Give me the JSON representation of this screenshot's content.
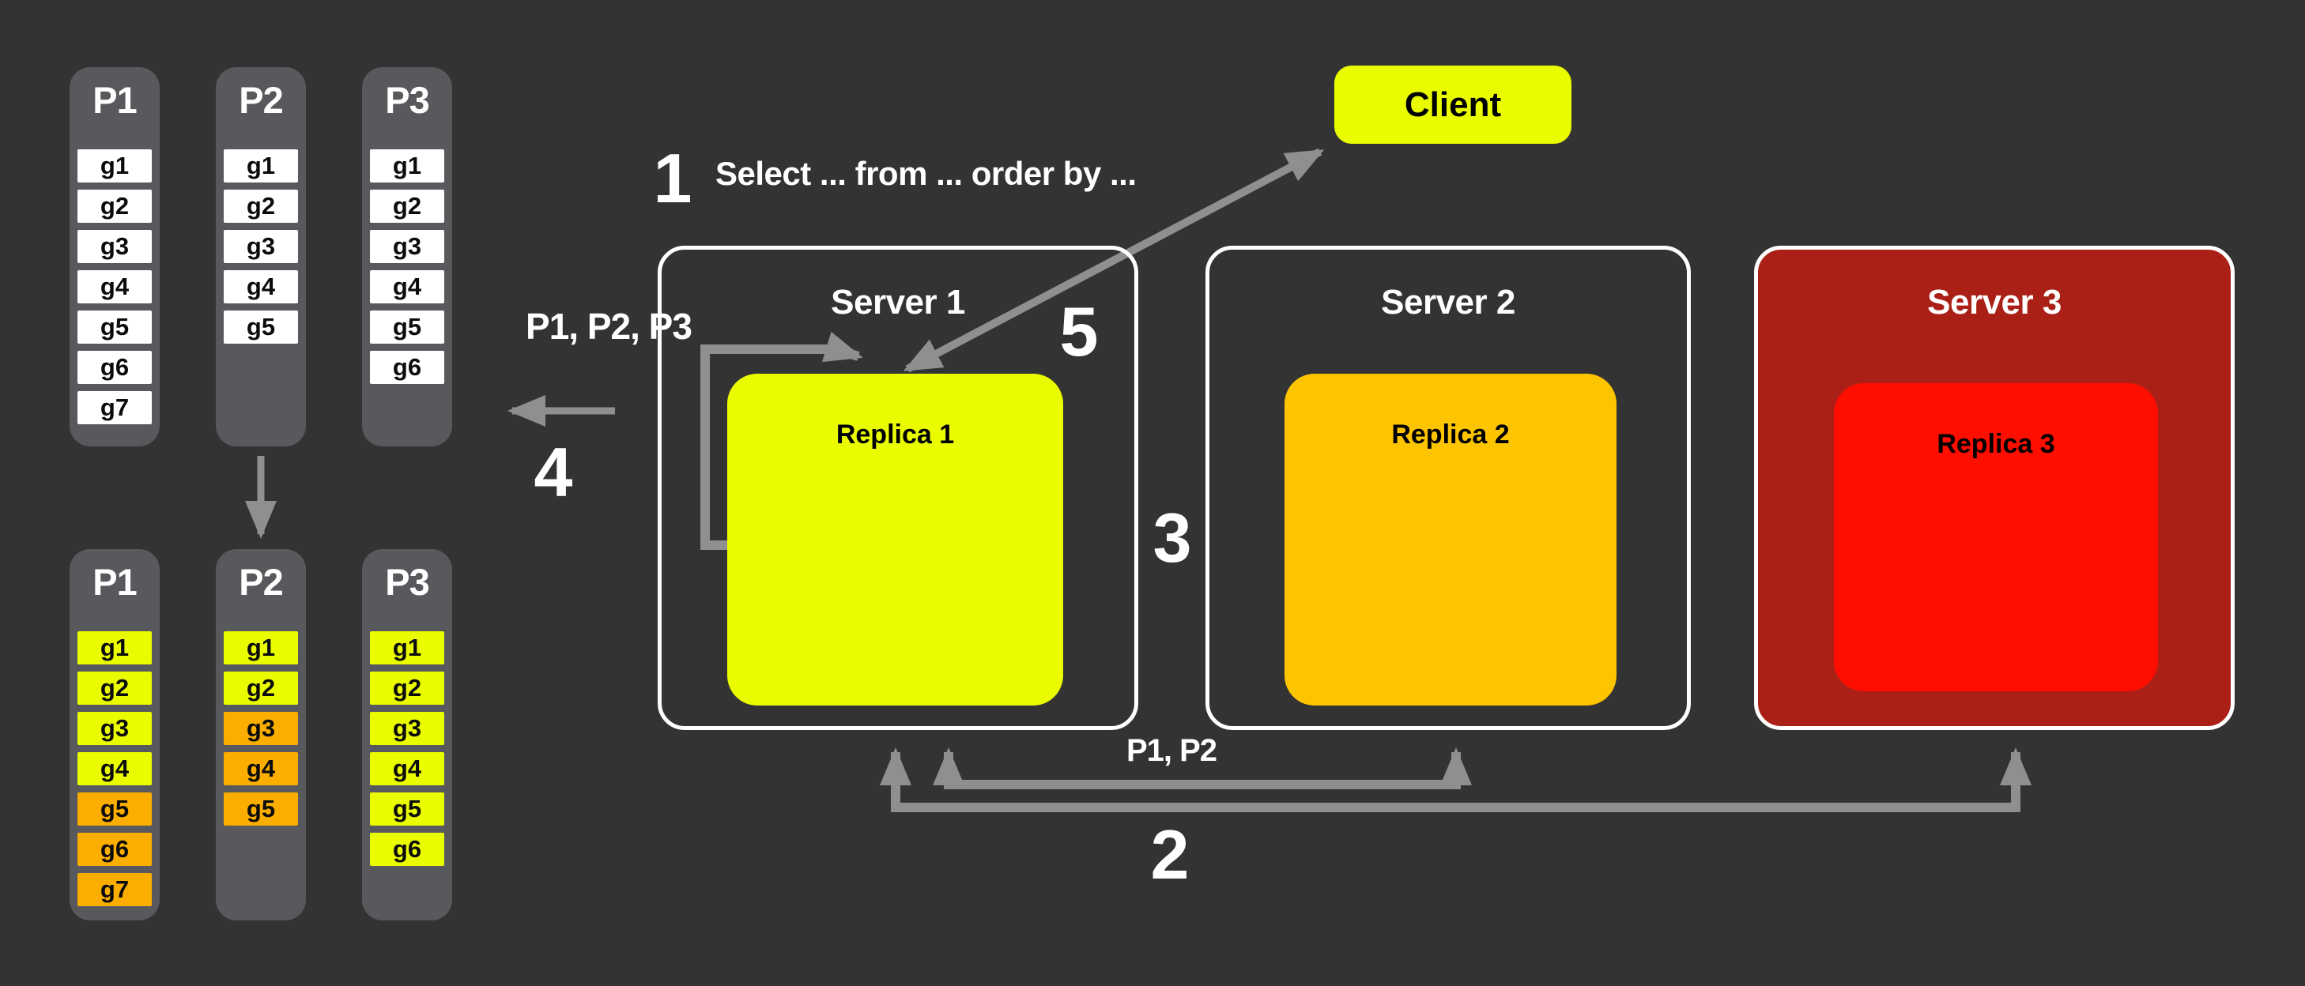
{
  "palette": {
    "page_bg": "#333333",
    "column_gray": "#58595c",
    "arrow_gray": "#8f8f8f",
    "yellow": "#eafc00",
    "orange": "#fbae00",
    "amber": "#fdc500",
    "red": "#fe0e01",
    "dark_red": "#aa2016",
    "cell_white": "#ffffff"
  },
  "client": {
    "label": "Client"
  },
  "steps": [
    {
      "n": "1",
      "query": "Select ... from ... order by ..."
    },
    {
      "n": "2"
    },
    {
      "n": "3"
    },
    {
      "n": "4"
    },
    {
      "n": "5"
    }
  ],
  "arrow_labels": {
    "scatter": "P1, P2, P3",
    "gather": "P1, P2"
  },
  "servers": [
    {
      "name": "Server 1",
      "replica_label": "Replica 1"
    },
    {
      "name": "Server 2",
      "replica_label": "Replica 2"
    },
    {
      "name": "Server 3",
      "replica_label": "Replica 3"
    }
  ],
  "partitions": {
    "unsorted": [
      {
        "title": "P1",
        "cells": [
          {
            "label": "g1",
            "state": "white"
          },
          {
            "label": "g2",
            "state": "white"
          },
          {
            "label": "g3",
            "state": "white"
          },
          {
            "label": "g4",
            "state": "white"
          },
          {
            "label": "g5",
            "state": "white"
          },
          {
            "label": "g6",
            "state": "white"
          },
          {
            "label": "g7",
            "state": "white"
          }
        ]
      },
      {
        "title": "P2",
        "cells": [
          {
            "label": "g1",
            "state": "white"
          },
          {
            "label": "g2",
            "state": "white"
          },
          {
            "label": "g3",
            "state": "white"
          },
          {
            "label": "g4",
            "state": "white"
          },
          {
            "label": "g5",
            "state": "white"
          }
        ]
      },
      {
        "title": "P3",
        "cells": [
          {
            "label": "g1",
            "state": "white"
          },
          {
            "label": "g2",
            "state": "white"
          },
          {
            "label": "g3",
            "state": "white"
          },
          {
            "label": "g4",
            "state": "white"
          },
          {
            "label": "g5",
            "state": "white"
          },
          {
            "label": "g6",
            "state": "white"
          }
        ]
      }
    ],
    "sorted": [
      {
        "title": "P1",
        "cells": [
          {
            "label": "g1",
            "state": "yellow"
          },
          {
            "label": "g2",
            "state": "yellow"
          },
          {
            "label": "g3",
            "state": "yellow"
          },
          {
            "label": "g4",
            "state": "yellow"
          },
          {
            "label": "g5",
            "state": "orange"
          },
          {
            "label": "g6",
            "state": "orange"
          },
          {
            "label": "g7",
            "state": "orange"
          }
        ]
      },
      {
        "title": "P2",
        "cells": [
          {
            "label": "g1",
            "state": "yellow"
          },
          {
            "label": "g2",
            "state": "yellow"
          },
          {
            "label": "g3",
            "state": "orange"
          },
          {
            "label": "g4",
            "state": "orange"
          },
          {
            "label": "g5",
            "state": "orange"
          }
        ]
      },
      {
        "title": "P3",
        "cells": [
          {
            "label": "g1",
            "state": "yellow"
          },
          {
            "label": "g2",
            "state": "yellow"
          },
          {
            "label": "g3",
            "state": "yellow"
          },
          {
            "label": "g4",
            "state": "yellow"
          },
          {
            "label": "g5",
            "state": "yellow"
          },
          {
            "label": "g6",
            "state": "yellow"
          }
        ]
      }
    ]
  }
}
